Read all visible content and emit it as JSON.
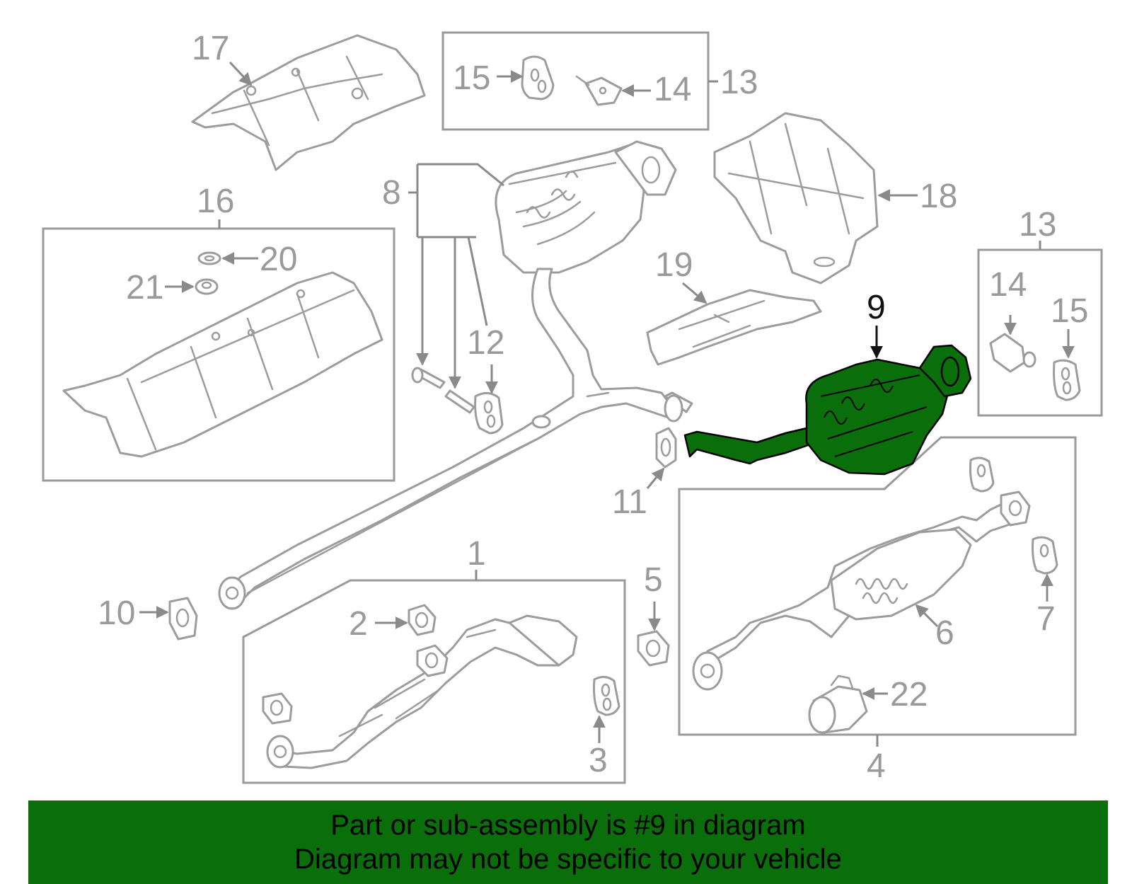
{
  "callouts": {
    "c1": "1",
    "c2": "2",
    "c3": "3",
    "c4": "4",
    "c5": "5",
    "c6": "6",
    "c7": "7",
    "c8": "8",
    "c9": "9",
    "c10": "10",
    "c11": "11",
    "c12": "12",
    "c13a": "13",
    "c13b": "13",
    "c14a": "14",
    "c14b": "14",
    "c15a": "15",
    "c15b": "15",
    "c16": "16",
    "c17": "17",
    "c18": "18",
    "c19": "19",
    "c20": "20",
    "c21": "21",
    "c22": "22"
  },
  "highlight": {
    "part": "9",
    "color": "#0a6e0a"
  },
  "banner": {
    "line1": "Part or sub-assembly is #9 in diagram",
    "line2": "Diagram may not be specific to your vehicle"
  },
  "colors": {
    "line_art": "#9c9c9c",
    "highlight_fill": "#0a6e0a",
    "banner_bg": "#0a6e0a"
  }
}
